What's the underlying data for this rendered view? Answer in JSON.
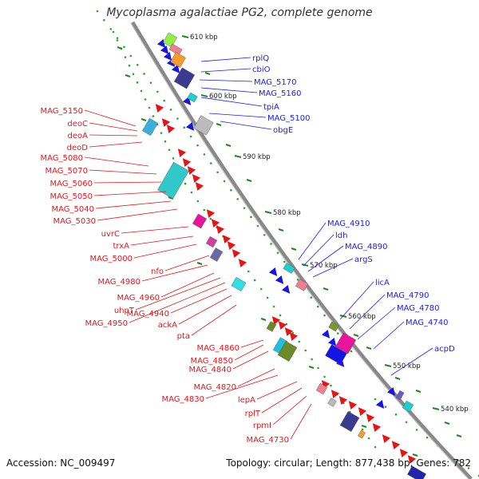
{
  "title": "Mycoplasma agalactiae PG2, complete genome",
  "footer": {
    "accession": "Accession: NC_009497",
    "topology": "Topology: circular; Length: 877,438 bp; Genes: 782"
  },
  "colors": {
    "backbone": "#888888",
    "plus_label": "#1a1aff",
    "minus_label": "#e8141c",
    "tick": "#1a8a1a",
    "gc_dots": "#2aa52a"
  },
  "kbp_ticks": [
    "610 kbp",
    "600 kbp",
    "590 kbp",
    "580 kbp",
    "570 kbp",
    "560 kbp",
    "550 kbp",
    "540 kbp"
  ],
  "plus_strand_labels": [
    "rplQ",
    "cbiO",
    "MAG_5170",
    "MAG_5160",
    "tpiA",
    "MAG_5100",
    "obgE",
    "MAG_4910",
    "ldh",
    "MAG_4890",
    "argS",
    "licA",
    "MAG_4790",
    "MAG_4780",
    "MAG_4740",
    "acpD"
  ],
  "minus_strand_labels": [
    "MAG_5150",
    "deoC",
    "deoA",
    "deoD",
    "MAG_5080",
    "MAG_5070",
    "MAG_5060",
    "MAG_5050",
    "MAG_5040",
    "MAG_5030",
    "uvrC",
    "trxA",
    "MAG_5000",
    "nfo",
    "MAG_4980",
    "MAG_4960",
    "uhpT",
    "MAG_4950",
    "MAG_4940",
    "ackA",
    "pta",
    "MAG_4860",
    "MAG_4850",
    "MAG_4840",
    "MAG_4820",
    "MAG_4830",
    "lepA",
    "rplT",
    "rpmI",
    "MAG_4730"
  ]
}
